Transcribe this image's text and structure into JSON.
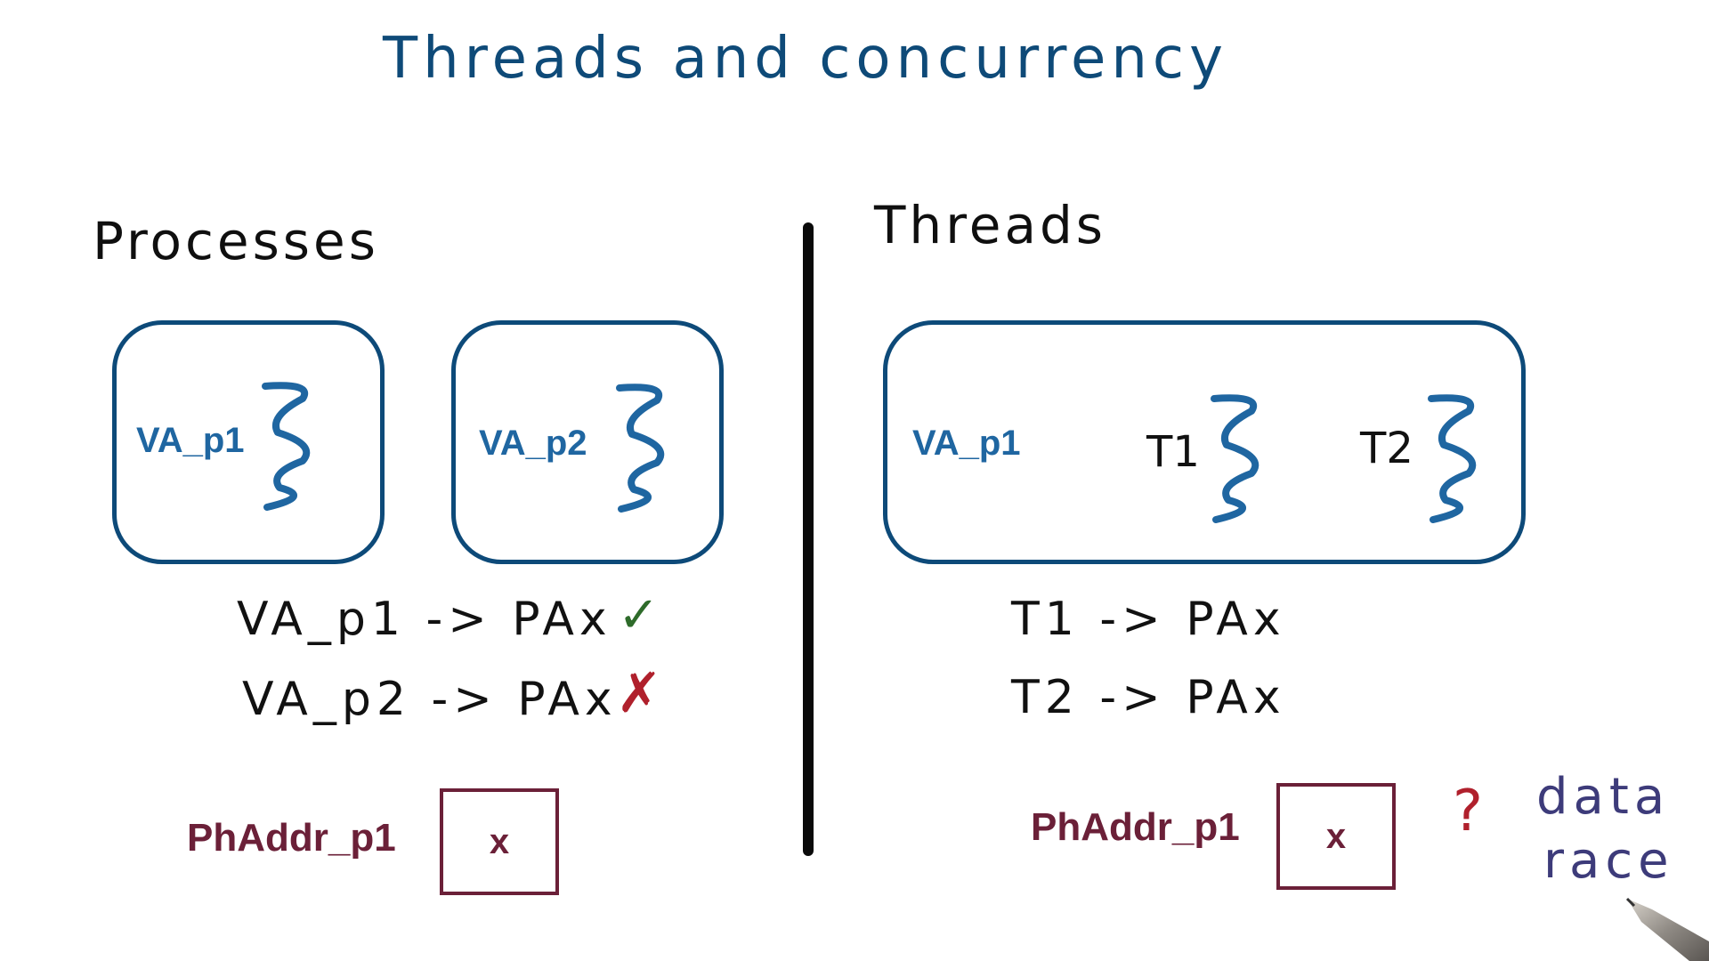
{
  "title": "Threads and concurrency",
  "left": {
    "heading": "Processes",
    "box1_label": "VA_p1",
    "box2_label": "VA_p2",
    "mapping1": "VA_p1 -> PAx",
    "mapping1_status": "✓",
    "mapping2": "VA_p2 -> PAx",
    "mapping2_status": "✗",
    "phaddr_label": "PhAddr_p1",
    "phaddr_value": "x"
  },
  "right": {
    "heading": "Threads",
    "box_label": "VA_p1",
    "thread1_label": "T1",
    "thread2_label": "T2",
    "mapping1": "T1 -> PAx",
    "mapping2": "T2 -> PAx",
    "phaddr_label": "PhAddr_p1",
    "phaddr_value": "x",
    "question": "?",
    "note_line1": "data",
    "note_line2": "race"
  },
  "colors": {
    "title": "#0e4a78",
    "box_border": "#0d4a79",
    "thread_squiggle": "#1f66a1",
    "phaddr": "#6b2038",
    "check": "#2e6b2a",
    "cross": "#b0202c",
    "note": "#3d3b7a"
  },
  "icons": {
    "thread": "squiggle-thread-icon",
    "check": "check-icon",
    "cross": "cross-icon",
    "pen": "pen-tip-icon"
  }
}
